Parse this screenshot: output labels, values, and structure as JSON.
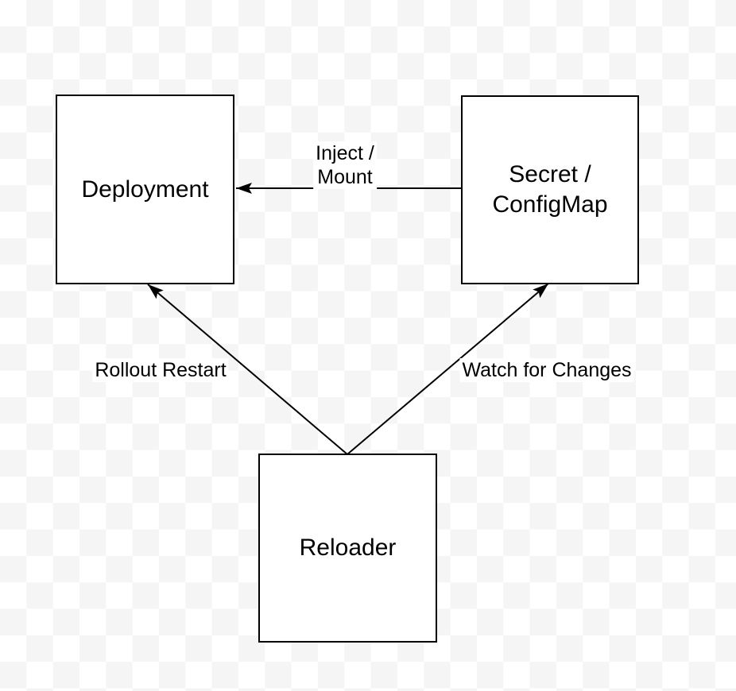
{
  "diagram": {
    "colors": {
      "stroke": "#000000",
      "text": "#000000",
      "node_fill": "#ffffff",
      "checker_light": "#ffffff",
      "checker_dark": "#f5f5f5"
    },
    "nodes": [
      {
        "id": "deployment",
        "label": "Deployment"
      },
      {
        "id": "secret-configmap",
        "label": "Secret /\nConfigMap"
      },
      {
        "id": "reloader",
        "label": "Reloader"
      }
    ],
    "edges": [
      {
        "id": "inject-mount",
        "label": "Inject /\nMount",
        "from": "secret-configmap",
        "to": "deployment",
        "arrowhead": "filled-triangle"
      },
      {
        "id": "rollout-restart",
        "label": "Rollout Restart",
        "from": "reloader",
        "to": "deployment",
        "arrowhead": "filled-triangle"
      },
      {
        "id": "watch-for-changes",
        "label": "Watch for Changes",
        "from": "reloader",
        "to": "secret-configmap",
        "arrowhead": "filled-triangle"
      }
    ]
  }
}
